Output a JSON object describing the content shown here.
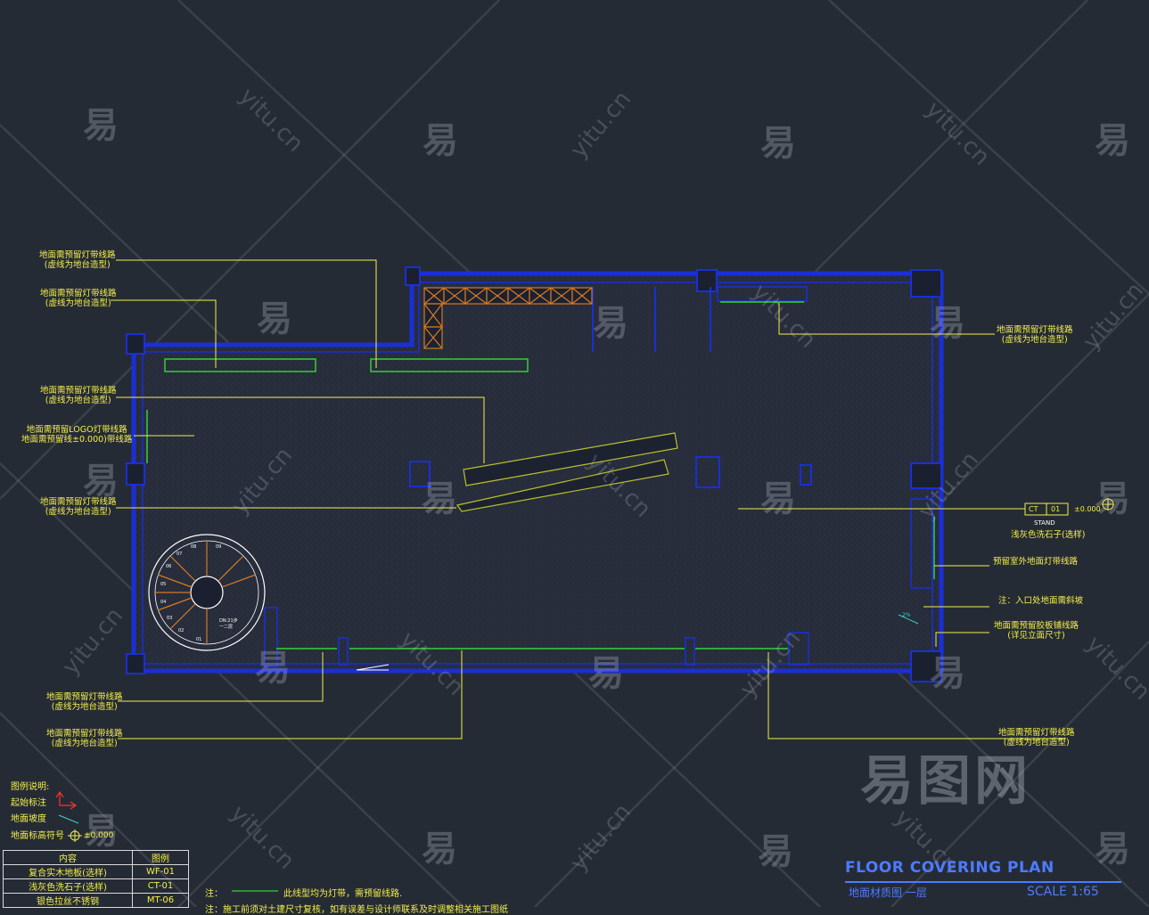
{
  "watermarks": {
    "char": "易",
    "domain": "yitu.cn",
    "logo": "易图网"
  },
  "annotations": {
    "a1": {
      "line1": "地面需预留灯带线路",
      "line2": "(虚线为地台造型)"
    },
    "a2": {
      "line1": "地面需预留灯带线路",
      "line2": "(虚线为地台造型)"
    },
    "a3": {
      "line1": "地面需预留灯带线路",
      "line2": "(虚线为地台造型)"
    },
    "a4": {
      "line1": "地面需预留LOGO灯带线路",
      "line2": "地面需预留线±0.000)带线路"
    },
    "a5": {
      "line1": "地面需预留灯带线路",
      "line2": "(虚线为地台造型)"
    },
    "a6": {
      "line1": "地面需预留灯带线路",
      "line2": "(虚线为地台造型)"
    },
    "a7": {
      "line1": "地面需预留灯带线路",
      "line2": "(虚线为地台造型)"
    },
    "r1": {
      "line1": "地面需预留灯带线路",
      "line2": "(虚线为地台造型)"
    },
    "r2": {
      "code1": "CT",
      "code2": "01",
      "elev": "±0.000",
      "stand": "STAND",
      "line1": "浅灰色洗石子(选样)"
    },
    "r3": {
      "line1": "预留室外地面灯带线路"
    },
    "r4": {
      "line1": "注：入口处地面需斜坡"
    },
    "r5": {
      "line1": "地面需预留胶板铺线路",
      "line2": "(详见立面尺寸)"
    },
    "r6": {
      "line1": "地面需预留灯带线路",
      "line2": "(虚线为地台造型)"
    }
  },
  "stair": {
    "steps": [
      "01",
      "02",
      "03",
      "04",
      "05",
      "06",
      "07",
      "08",
      "09"
    ],
    "label": "DN:21步",
    "label2": "一二层"
  },
  "slope_tag": "2%",
  "legend": {
    "title": "图例说明:",
    "start": "起始标注",
    "slope": "地面坡度",
    "elev": "地面标高符号",
    "elev_value": "±0.000"
  },
  "material_table": {
    "headers": [
      "内容",
      "图例"
    ],
    "rows": [
      [
        "复合实木地板(选样)",
        "WF-01"
      ],
      [
        "浅灰色洗石子(选样)",
        "CT-01"
      ],
      [
        "银色拉丝不锈钢",
        "MT-06"
      ]
    ]
  },
  "notes": {
    "line1_pre": "注：",
    "line1_post": "此线型均为灯带，需预留线路.",
    "line2": "注：施工前须对土建尺寸复核，如有误差与设计师联系及时调整相关施工图纸"
  },
  "title": {
    "en": "FLOOR COVERING PLAN",
    "cn": "地面材质图  一层",
    "scale": "SCALE  1:65"
  },
  "colors": {
    "background": "#252b35",
    "wall": "#1a2fd6",
    "annotation": "#f3ef4a",
    "led": "#35d035",
    "cabinet": "#d87a22",
    "title": "#4d7bff"
  }
}
